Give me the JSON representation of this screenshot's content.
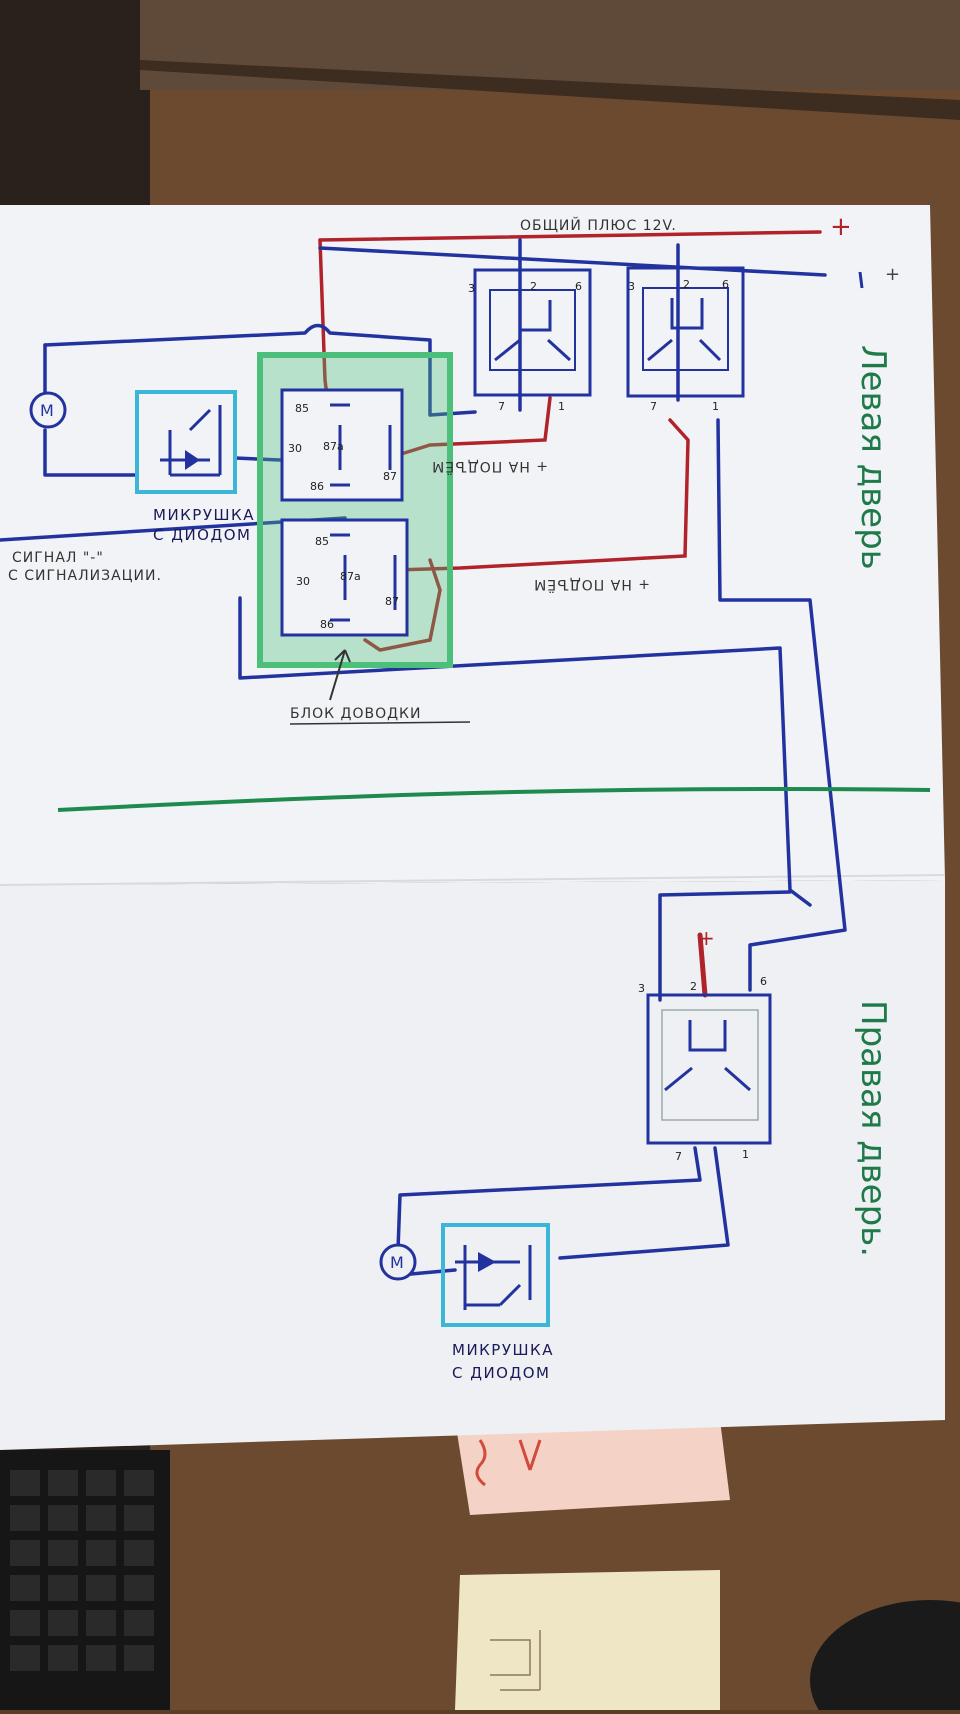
{
  "top_label": {
    "text": "ОБЩИЙ ПЛЮС 12V.",
    "plus": "+"
  },
  "top_right_sign": "+",
  "left_door_label": "Левая дверь",
  "right_door_label": "Правая дверь.",
  "block_label": "БЛОК ДОВОДКИ",
  "signal_label": {
    "line1": "СИГНАЛ \"-\"",
    "line2": "С СИГНАЛИЗАЦИИ."
  },
  "feed_label_top": "+ НА ПОДЪЁМ",
  "feed_label_bottom": "+ НА ПОДЪЁМ",
  "microswitch_top": {
    "line1": "МИКРУШКА",
    "line2": "С ДИОДОМ"
  },
  "microswitch_bottom": {
    "line1": "МИКРУШКА",
    "line2": "С ДИОДОМ"
  },
  "motor_symbol": "M",
  "relay_pins": {
    "p85": "85",
    "p86": "86",
    "p87": "87",
    "p87a": "87a",
    "p30": "30"
  },
  "switch_pins": {
    "p1": "1",
    "p2": "2",
    "p3": "3",
    "p6": "6",
    "p7": "7"
  },
  "right_switch_plus": "+",
  "colors": {
    "paper": "#f2f3f6",
    "table": "#6b4a30",
    "wire_blue": "#2233a0",
    "wire_red": "#b0232a",
    "relay_block": "#4cbf7a",
    "microswitch_outline": "#3bb6d6",
    "divider": "#1f8a4e",
    "door_label": "#1f7a4a"
  }
}
